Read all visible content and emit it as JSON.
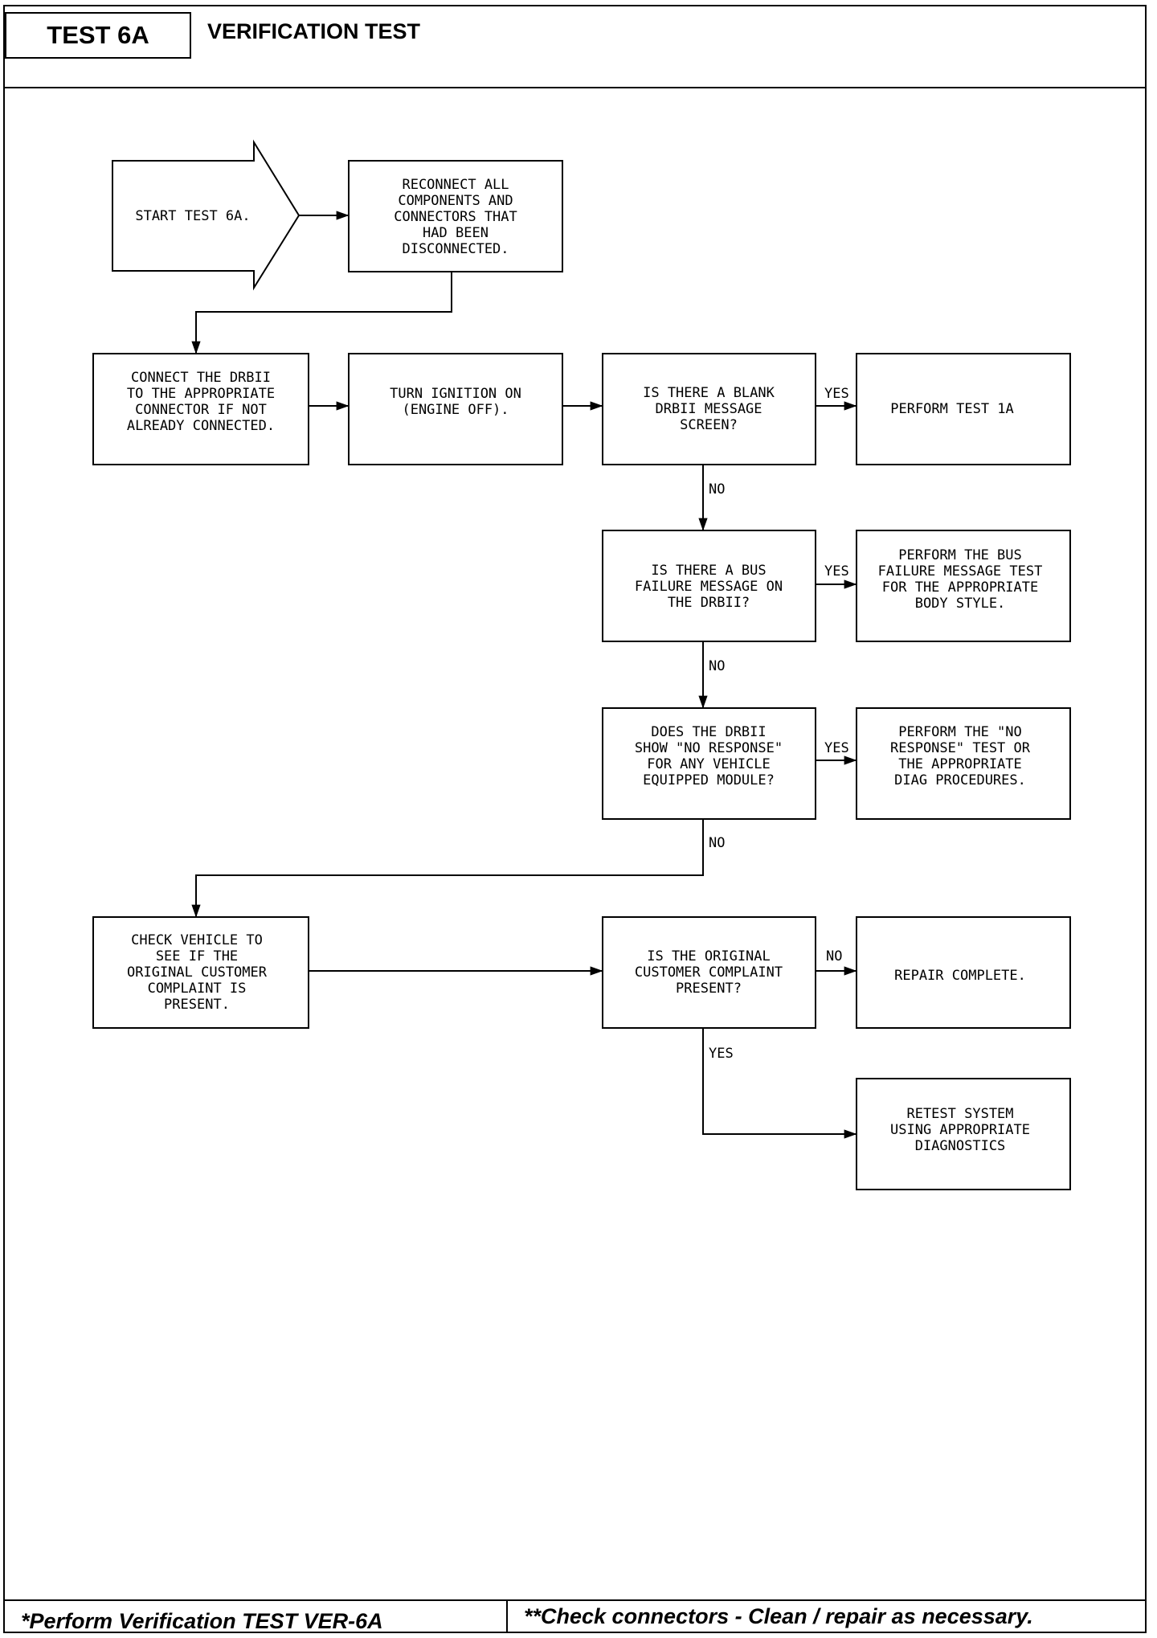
{
  "header": {
    "test_id": "TEST 6A",
    "title": "VERIFICATION TEST"
  },
  "nodes": {
    "start": {
      "lines": [
        "START TEST 6A."
      ]
    },
    "reconnect": {
      "lines": [
        "RECONNECT ALL",
        "COMPONENTS AND",
        "CONNECTORS THAT",
        "HAD BEEN",
        "DISCONNECTED."
      ]
    },
    "connect_drb": {
      "lines": [
        "CONNECT THE DRBII",
        "TO THE APPROPRIATE",
        "CONNECTOR IF NOT",
        "ALREADY CONNECTED."
      ]
    },
    "ignition": {
      "lines": [
        "TURN IGNITION ON",
        "(ENGINE OFF)."
      ]
    },
    "blank_screen": {
      "lines": [
        "IS THERE A BLANK",
        "DRBII MESSAGE",
        "SCREEN?"
      ]
    },
    "test_1a": {
      "lines": [
        "PERFORM TEST 1A"
      ]
    },
    "bus_failure": {
      "lines": [
        "IS THERE A BUS",
        "FAILURE MESSAGE ON",
        "THE DRBII?"
      ]
    },
    "bus_test": {
      "lines": [
        "PERFORM THE BUS",
        "FAILURE MESSAGE TEST",
        "FOR THE APPROPRIATE",
        "BODY STYLE."
      ]
    },
    "no_response": {
      "lines": [
        "DOES THE DRBII",
        "SHOW \"NO RESPONSE\"",
        "FOR ANY VEHICLE",
        "EQUIPPED MODULE?"
      ]
    },
    "no_resp_test": {
      "lines": [
        "PERFORM THE \"NO",
        "RESPONSE\" TEST OR",
        "THE APPROPRIATE",
        "DIAG  PROCEDURES."
      ]
    },
    "check_vehicle": {
      "lines": [
        "CHECK VEHICLE TO",
        "SEE IF THE",
        "ORIGINAL CUSTOMER",
        "COMPLAINT IS",
        "PRESENT."
      ]
    },
    "complaint": {
      "lines": [
        "IS THE ORIGINAL",
        "CUSTOMER COMPLAINT",
        "PRESENT?"
      ]
    },
    "repair_done": {
      "lines": [
        "REPAIR COMPLETE."
      ]
    },
    "retest": {
      "lines": [
        "RETEST SYSTEM",
        "USING APPROPRIATE",
        "DIAGNOSTICS"
      ]
    }
  },
  "edge_labels": {
    "blank_yes": "YES",
    "blank_no": "NO",
    "bus_yes": "YES",
    "bus_no": "NO",
    "noresp_yes": "YES",
    "noresp_no": "NO",
    "complaint_no": "NO",
    "complaint_yes": "YES"
  },
  "footer": {
    "left": "*Perform Verification TEST VER-6A",
    "right": "**Check connectors - Clean / repair as necessary."
  }
}
